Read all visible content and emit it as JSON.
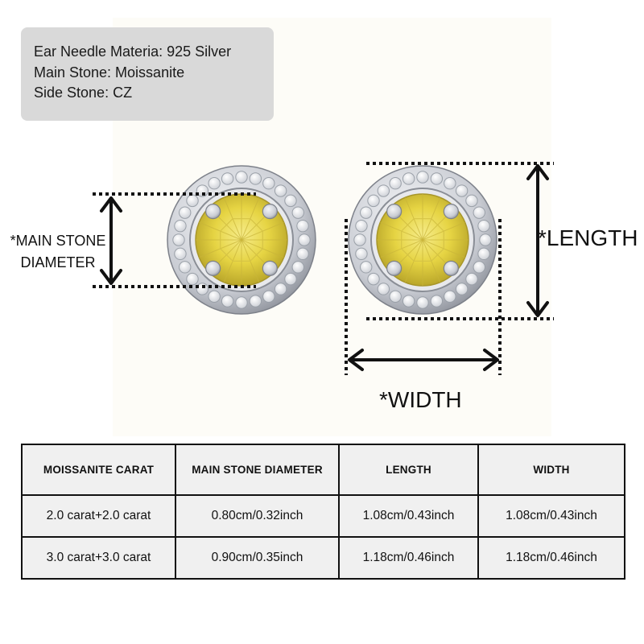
{
  "specs": {
    "needle": "Ear Needle Materia: 925 Silver",
    "main_stone": "Main Stone: Moissanite",
    "side_stone": "Side Stone: CZ"
  },
  "labels": {
    "main_stone_line1": "*MAIN STONE",
    "main_stone_line2": "DIAMETER",
    "length": "*LENGTH",
    "width": "*WIDTH"
  },
  "colors": {
    "stone": "#e9d84a",
    "metal": "#c9ccd3",
    "dimension_lines": "#111111",
    "spec_box": "#d9d9d9"
  },
  "table": {
    "headers": [
      "MOISSANITE CARAT",
      "MAIN STONE DIAMETER",
      "LENGTH",
      "WIDTH"
    ],
    "rows": [
      [
        "2.0 carat+2.0 carat",
        "0.80cm/0.32inch",
        "1.08cm/0.43inch",
        "1.08cm/0.43inch"
      ],
      [
        "3.0 carat+3.0 carat",
        "0.90cm/0.35inch",
        "1.18cm/0.46inch",
        "1.18cm/0.46inch"
      ]
    ]
  }
}
